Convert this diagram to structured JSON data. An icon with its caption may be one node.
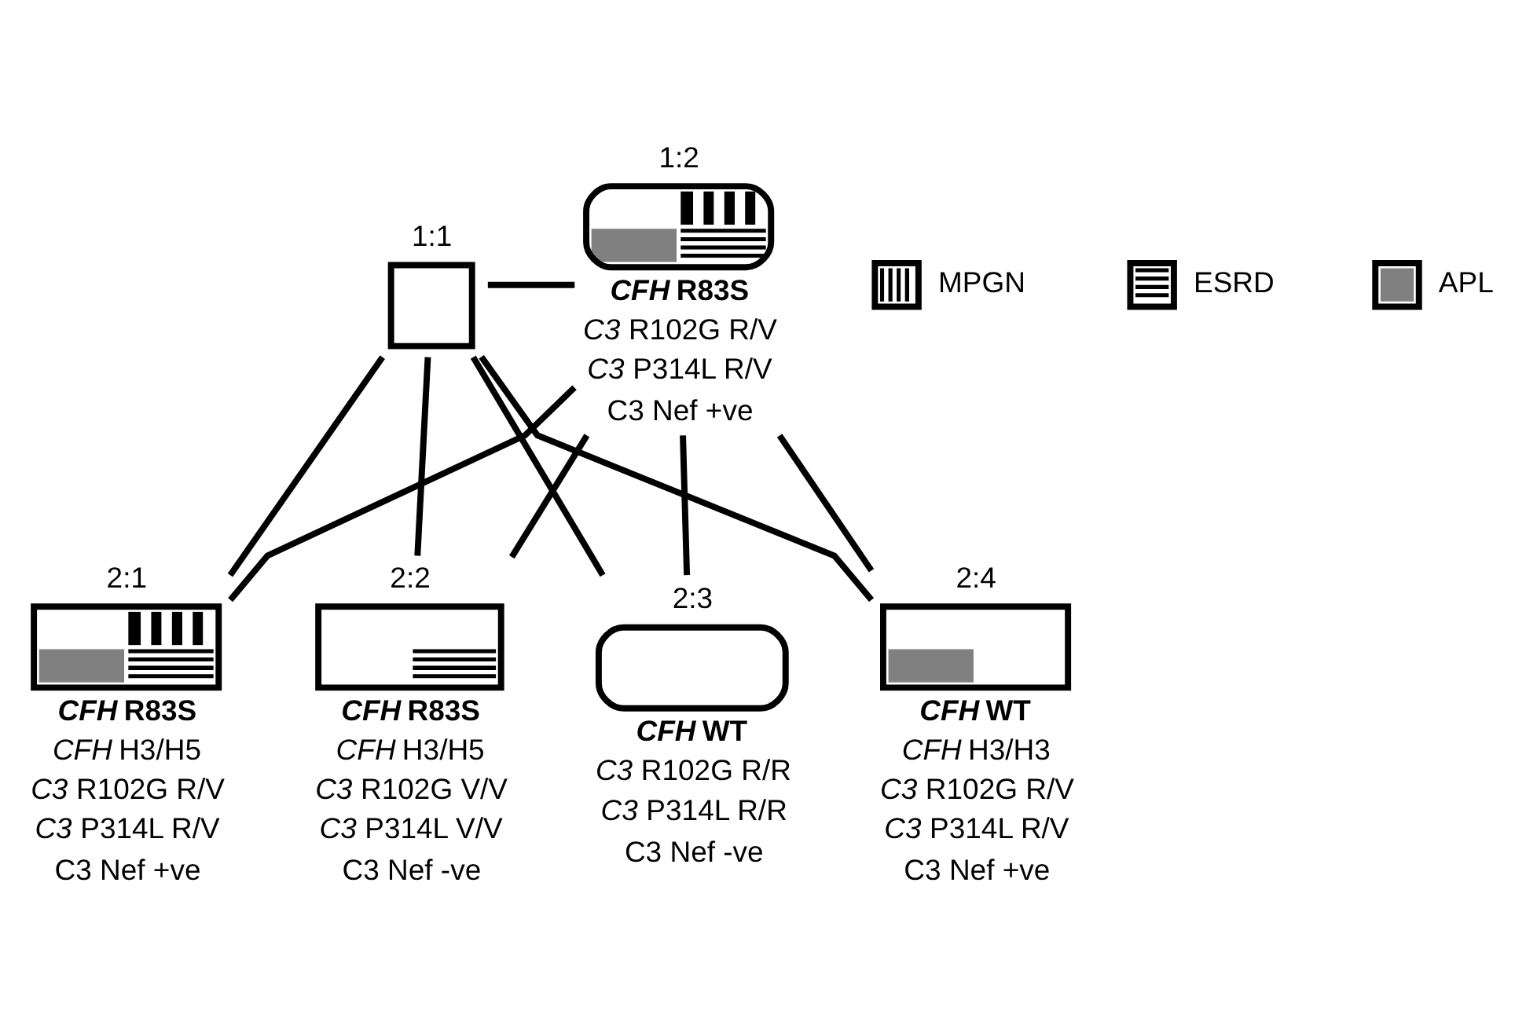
{
  "diagram": {
    "nodes": [
      {
        "text": [
          "1:1"
        ]
      },
      {
        "text": [
          "1:2"
        ],
        "beside": [
          "***CFH* R83S**",
          "*C3* R102G R/V",
          "*C3* P314L R/V",
          "C3 Nef +ve"
        ]
      },
      {
        "text": [
          "2:1"
        ],
        "beside": [
          "***CFH* R83S**",
          "*CFH* H3/H5",
          "*C3* R102G R/V",
          "*C3* P314L R/V",
          "C3 Nef +ve"
        ]
      },
      {
        "text": [
          "2:2"
        ],
        "beside": [
          "***CFH* R83S**",
          "*CFH* H3/H5",
          "*C3* R102G V/V",
          "*C3* P314L V/V",
          "C3 Nef -ve"
        ]
      },
      {
        "text": [
          "2:3"
        ],
        "beside": [
          "***CFH* WT**",
          "*C3* R102G R/R",
          "*C3* P314L R/R",
          "C3 Nef -ve"
        ]
      },
      {
        "text": [
          "2:4"
        ],
        "beside": [
          "***CFH* WT**",
          "*CFH* H3/H3",
          "*C3* R102G R/V",
          "*C3* P314L R/V",
          "C3 Nef +ve"
        ]
      }
    ],
    "edges": [
      {
        "from": 0,
        "to": 1,
        "arrow": "none"
      },
      {
        "from": 0,
        "to": 2,
        "arrow": "none"
      },
      {
        "from": 1,
        "to": 2,
        "arrow": "none"
      },
      {
        "from": 0,
        "to": 3,
        "arrow": "none"
      },
      {
        "from": 1,
        "to": 3,
        "arrow": "none"
      },
      {
        "from": 0,
        "to": 4,
        "arrow": "none"
      },
      {
        "from": 1,
        "to": 4,
        "arrow": "none"
      },
      {
        "from": 0,
        "to": 5,
        "arrow": "none"
      },
      {
        "from": 1,
        "to": 5,
        "arrow": "none"
      }
    ],
    "legend": [
      {
        "text": "MPGN"
      },
      {
        "text": "ESRD"
      },
      {
        "text": "APL",
        "color": "#808080"
      }
    ]
  }
}
